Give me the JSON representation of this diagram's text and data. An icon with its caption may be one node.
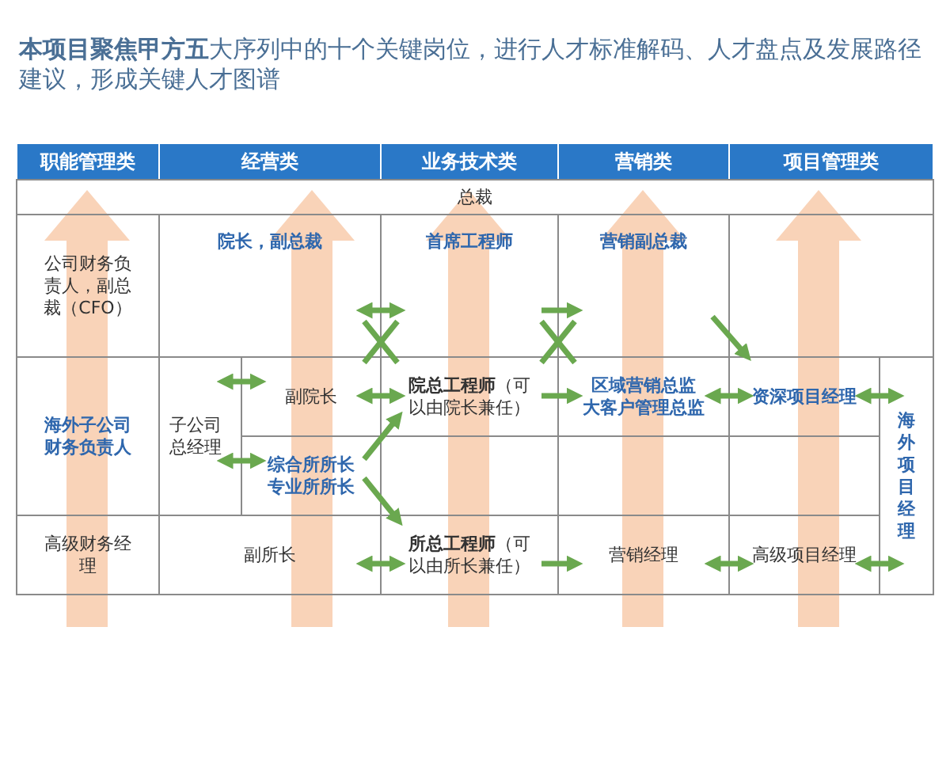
{
  "diagram": {
    "title": "**本项目聚焦甲方五**大序列中的十个关键岗位，进行人才标准解码、人才盘点及发展路径建议，形成关键人才图谱",
    "nodes": [
      {
        "text": [
          "职能管理类"
        ]
      },
      {
        "text": [
          "经营类"
        ]
      },
      {
        "text": [
          "业务技术类"
        ]
      },
      {
        "text": [
          "营销类"
        ]
      },
      {
        "text": [
          "项目管理类"
        ]
      },
      {
        "text": [
          "总裁"
        ]
      },
      {
        "text": [
          "公司财务负责人，副总裁（CFO）"
        ]
      },
      {
        "text": [
          "海外子公司财务负责人"
        ]
      },
      {
        "text": [
          "高级财务经理"
        ]
      },
      {
        "text": [
          "院长，副总裁"
        ]
      },
      {
        "text": [
          "子公司总经理"
        ]
      },
      {
        "text": [
          "副院长"
        ]
      },
      {
        "text": [
          "综合所所长",
          "专业所所长"
        ]
      },
      {
        "text": [
          "副所长"
        ]
      },
      {
        "text": [
          "首席工程师"
        ]
      },
      {
        "text": [
          "**院总工程师**（可以由院长兼任）"
        ]
      },
      {
        "text": [
          "**所总工程师**（可以由所长兼任）"
        ]
      },
      {
        "text": [
          "营销副总裁"
        ]
      },
      {
        "text": [
          "区域营销总监",
          "大客户管理总监"
        ]
      },
      {
        "text": [
          "营销经理"
        ]
      },
      {
        "text": [
          "资深项目经理"
        ]
      },
      {
        "text": [
          "高级项目经理"
        ]
      },
      {
        "text": [
          "海外项目经理"
        ]
      }
    ],
    "edges": [
      {
        "from": 10,
        "to": 11,
        "arrow": "both"
      },
      {
        "from": 10,
        "to": 12,
        "arrow": "both"
      },
      {
        "from": 9,
        "to": 14,
        "arrow": "both"
      },
      {
        "from": 9,
        "to": 15,
        "arrow": "none"
      },
      {
        "from": 11,
        "to": 14,
        "arrow": "none"
      },
      {
        "from": 11,
        "to": 15,
        "arrow": "both"
      },
      {
        "from": 12,
        "to": 15,
        "arrow": "to"
      },
      {
        "from": 12,
        "to": 16,
        "arrow": "to"
      },
      {
        "from": 13,
        "to": 16,
        "arrow": "both"
      },
      {
        "from": 14,
        "to": 17,
        "arrow": "to"
      },
      {
        "from": 14,
        "to": 18,
        "arrow": "none"
      },
      {
        "from": 15,
        "to": 17,
        "arrow": "none"
      },
      {
        "from": 15,
        "to": 18,
        "arrow": "to"
      },
      {
        "from": 16,
        "to": 19,
        "arrow": "to"
      },
      {
        "from": 17,
        "to": 20,
        "arrow": "to"
      },
      {
        "from": 18,
        "to": 20,
        "arrow": "both"
      },
      {
        "from": 19,
        "to": 21,
        "arrow": "both"
      },
      {
        "from": 20,
        "to": 22,
        "arrow": "both"
      },
      {
        "from": 21,
        "to": 22,
        "arrow": "both"
      }
    ]
  }
}
